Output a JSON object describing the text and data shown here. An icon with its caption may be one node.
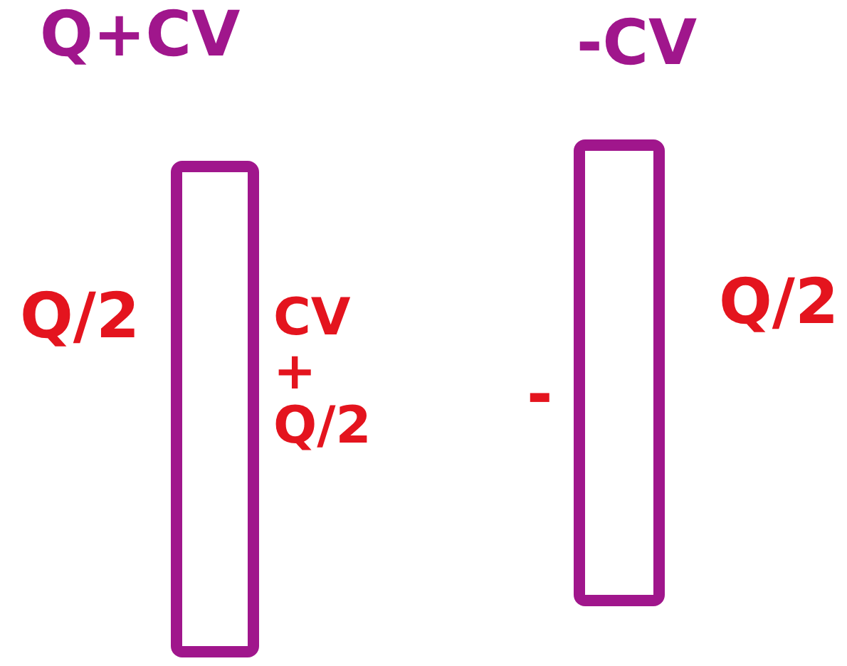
{
  "diagram": {
    "nodes": [
      {
        "text": [],
        "shape": "bar"
      },
      {
        "text": [],
        "shape": "bar"
      }
    ],
    "labels": [
      "Q+CV",
      "-CV",
      "Q/2",
      "CV + Q/2",
      "-",
      "Q/2"
    ]
  }
}
